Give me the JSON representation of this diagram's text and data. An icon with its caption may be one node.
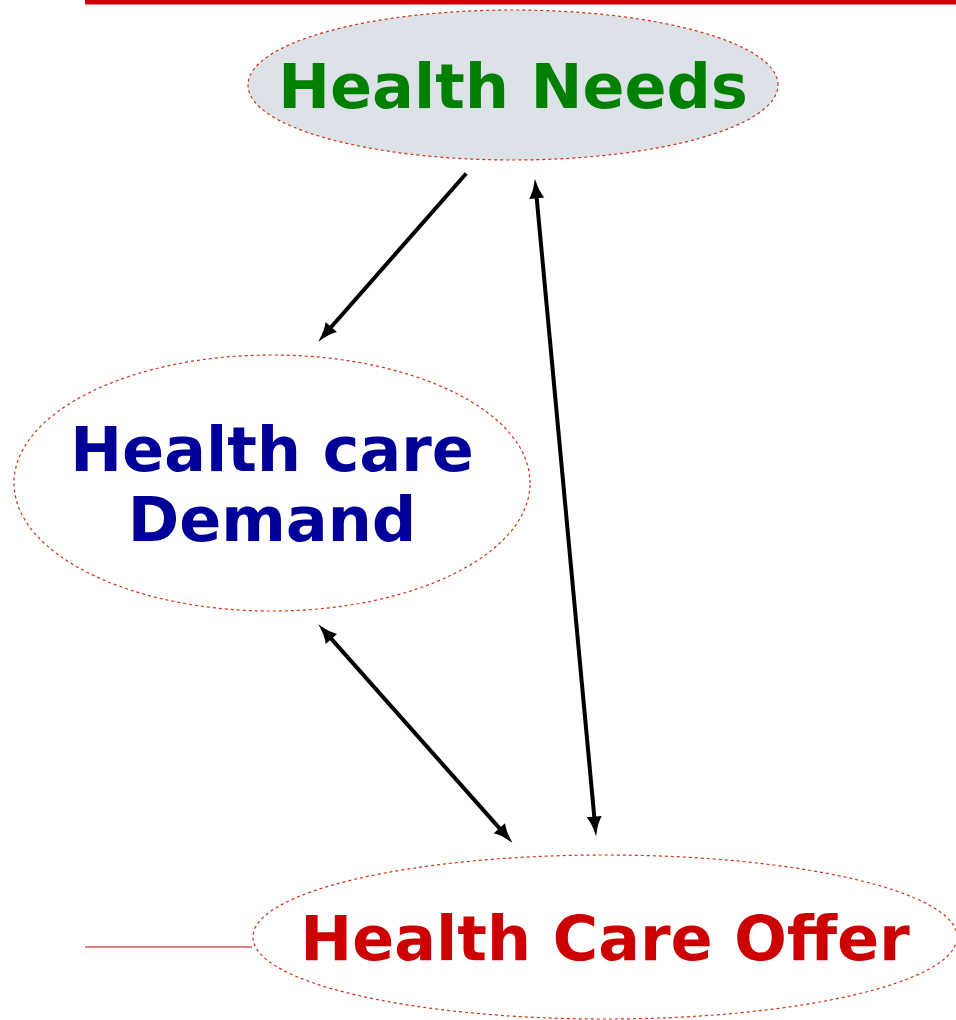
{
  "diagram": {
    "nodes": [
      {
        "text": [
          "Health Needs"
        ]
      },
      {
        "text": [
          "Health care Demand"
        ]
      },
      {
        "text": [
          "Health Care Offer"
        ]
      }
    ],
    "edges": [
      {
        "from": 0,
        "to": 1,
        "arrow": "to"
      },
      {
        "from": 1,
        "to": 2,
        "arrow": "both"
      },
      {
        "from": 0,
        "to": 2,
        "arrow": "both"
      }
    ]
  }
}
